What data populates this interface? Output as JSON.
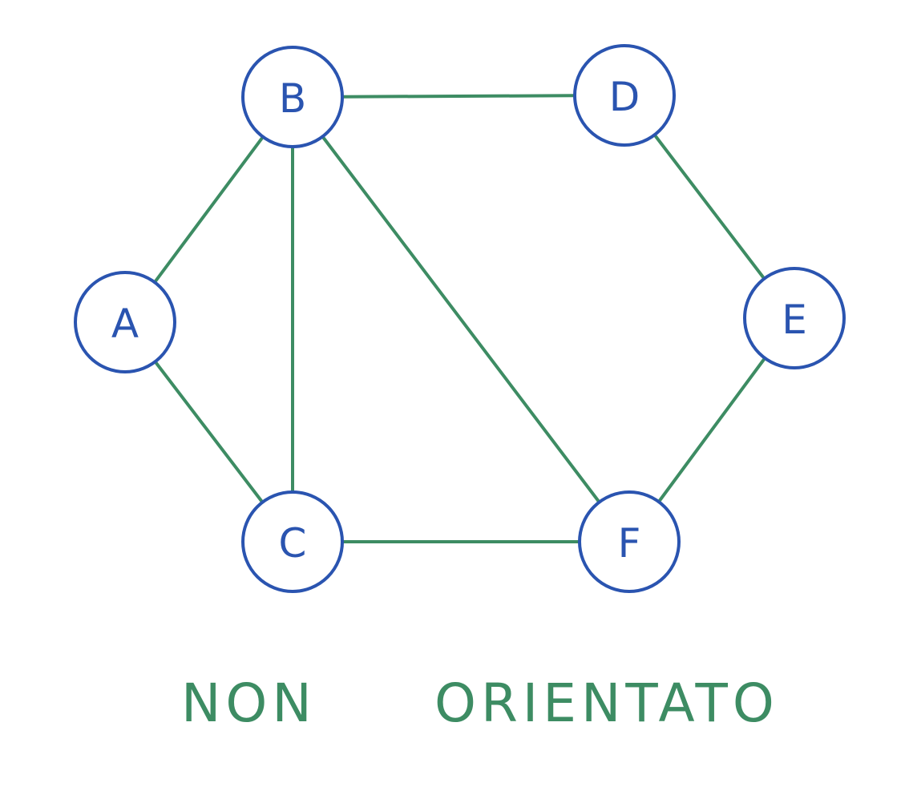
{
  "diagram": {
    "colors": {
      "node": "#2a54b0",
      "edge": "#3d8c63",
      "caption": "#3d8c63"
    },
    "nodes": [
      {
        "id": "A",
        "label": "A"
      },
      {
        "id": "B",
        "label": "B"
      },
      {
        "id": "C",
        "label": "C"
      },
      {
        "id": "D",
        "label": "D"
      },
      {
        "id": "E",
        "label": "E"
      },
      {
        "id": "F",
        "label": "F"
      }
    ],
    "edges": [
      {
        "from": "A",
        "to": "B"
      },
      {
        "from": "A",
        "to": "C"
      },
      {
        "from": "B",
        "to": "C"
      },
      {
        "from": "B",
        "to": "D"
      },
      {
        "from": "B",
        "to": "F"
      },
      {
        "from": "C",
        "to": "F"
      },
      {
        "from": "D",
        "to": "E"
      },
      {
        "from": "E",
        "to": "F"
      }
    ],
    "caption": {
      "word1": "NON",
      "word2": "ORIENTATO"
    }
  }
}
